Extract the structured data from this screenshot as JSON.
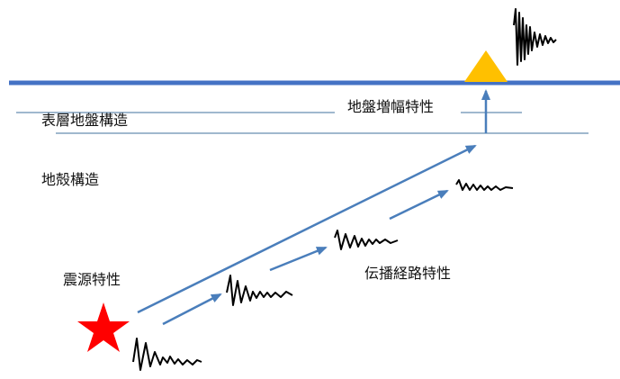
{
  "labels": {
    "surface_layer": "表層地盤構造",
    "ground_amplification": "地盤増幅特性",
    "crust": "地殻構造",
    "source": "震源特性",
    "propagation": "伝播経路特性"
  },
  "icons": {
    "source": "red-star-icon",
    "site": "orange-triangle-icon",
    "waveform": "seismic-waveform-icon",
    "arrow": "arrow-icon"
  },
  "colors": {
    "ground_line": "#4472c4",
    "layer_line": "#41719c",
    "arrow": "#4a7ebb",
    "source": "#ff0000",
    "site": "#ffc000",
    "waveform": "#000000",
    "text": "#111111"
  }
}
